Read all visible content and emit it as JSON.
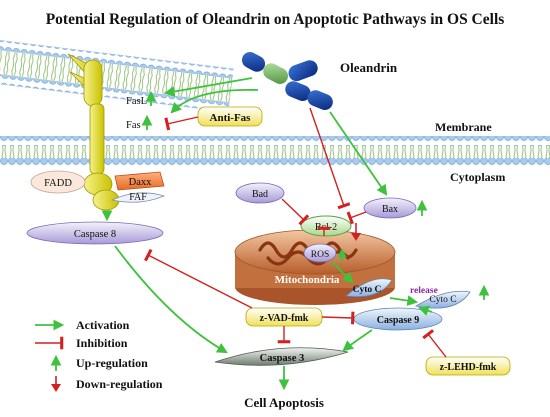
{
  "title": "Potential Regulation of Oleandrin on Apoptotic Pathways in OS Cells",
  "labels": {
    "oleandrin": "Oleandrin",
    "membrane": "Membrane",
    "cytoplasm": "Cytoplasm",
    "fasl": "FasL",
    "fas": "Fas",
    "anti_fas": "Anti-Fas",
    "fadd": "FADD",
    "daxx": "Daxx",
    "faf": "FAF",
    "caspase8": "Caspase 8",
    "bad": "Bad",
    "bcl2": "Bcl-2",
    "bax": "Bax",
    "ros": "ROS",
    "mitochondria": "Mitochondria",
    "cyto_c_inner": "Cyto C",
    "release": "release",
    "cyto_c_outer": "Cyto C",
    "zvad": "z-VAD-fmk",
    "caspase9": "Caspase 9",
    "zlehd": "z-LEHD-fmk",
    "caspase3": "Caspase 3",
    "cell_apoptosis": "Cell Apoptosis"
  },
  "legend": [
    {
      "label": "Activation",
      "icon": "green-arrow"
    },
    {
      "label": "Inhibition",
      "icon": "red-inhibit-bar"
    },
    {
      "label": "Up-regulation",
      "icon": "green-up-arrow"
    },
    {
      "label": "Down-regulation",
      "icon": "red-down-arrow"
    }
  ],
  "colors": {
    "activation": "#3ec23e",
    "inhibition": "#d32020",
    "membrane_head": "#9fc5ec",
    "membrane_tail": "#9bc47e",
    "receptor": "#e6e214",
    "capsule": "#0b3fa0",
    "mito_outer": "#d48a5c",
    "mito_cristae": "#8a3512"
  }
}
